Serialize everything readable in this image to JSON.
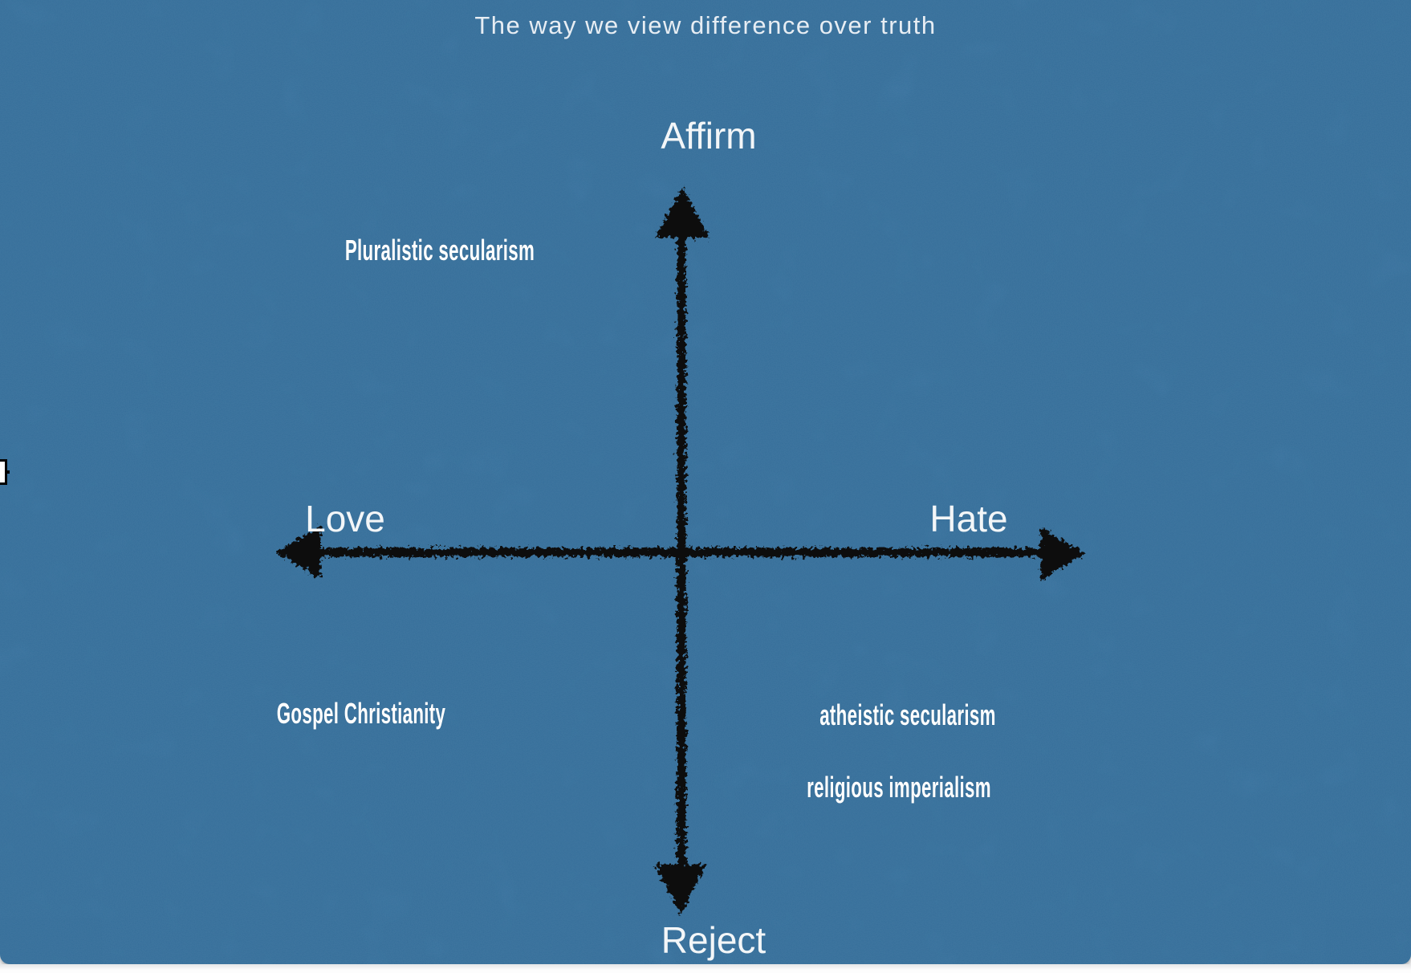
{
  "slide": {
    "title": "The way we view difference over truth"
  },
  "diagram": {
    "axes": {
      "vertical_top_label": "Affirm",
      "vertical_bottom_label": "Reject",
      "horizontal_left_label": "Love",
      "horizontal_right_label": "Hate"
    },
    "quadrant_labels": {
      "top_left": "Pluralistic secularism",
      "bottom_left": "Gospel Christianity",
      "bottom_right_1": "atheistic secularism",
      "bottom_right_2": "religious imperialism"
    },
    "colors": {
      "background": "#35709e",
      "axis_line": "#0d0d0d",
      "title_text": "#e7edf3",
      "axis_label_text": "#f3f6f8",
      "quadrant_label_text": "#ffffff"
    }
  }
}
